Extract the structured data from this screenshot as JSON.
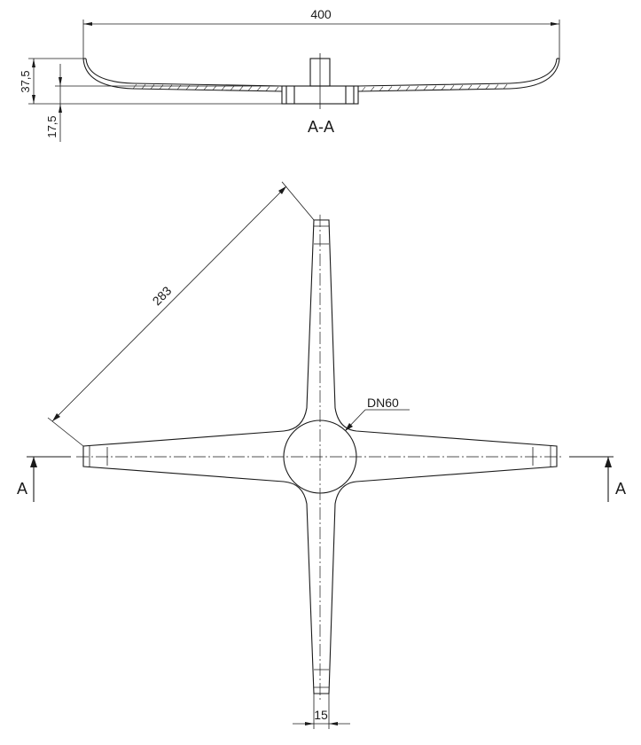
{
  "drawing": {
    "section_label": "A-A",
    "section_marker_left": "A",
    "section_marker_right": "A",
    "dimensions": {
      "overall_width": "400",
      "height_total": "37,5",
      "height_hub": "17,5",
      "arm_span": "283",
      "hub_diameter": "DN60",
      "arm_width": "15"
    }
  }
}
